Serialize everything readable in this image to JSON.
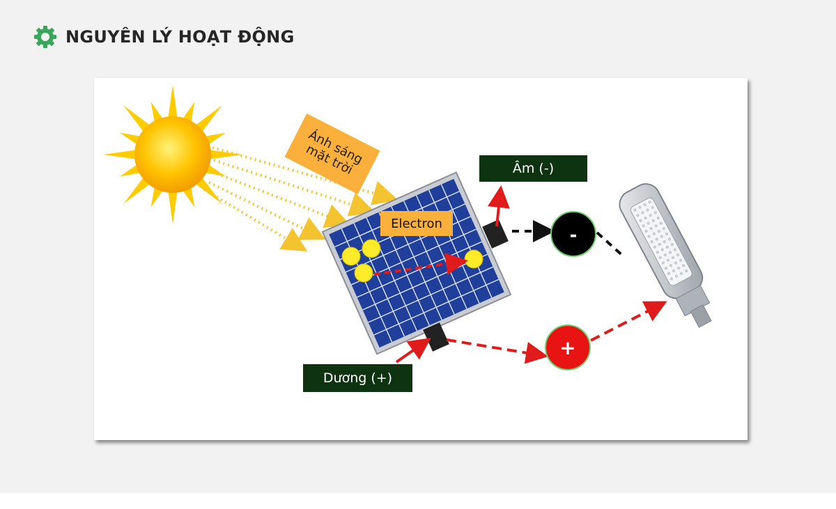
{
  "heading": {
    "title": "NGUYÊN LÝ HOẠT ĐỘNG",
    "icon": "gear-icon",
    "icon_color": "#3aa65a"
  },
  "diagram": {
    "sunlight_label_line1": "Ánh sáng",
    "sunlight_label_line2": "mặt trời",
    "electron_label": "Electron",
    "negative_terminal_label": "Âm (-)",
    "positive_terminal_label": "Dương (+)",
    "negative_symbol": "-",
    "positive_symbol": "+",
    "colors": {
      "label_dark_green": "#0e3311",
      "label_orange": "#fbb03b",
      "panel_blue": "#1f3f9a",
      "arrow_red": "#e01b1b",
      "negative_node": "#000000",
      "positive_node": "#e81414",
      "sun": "#ffcc00"
    }
  }
}
